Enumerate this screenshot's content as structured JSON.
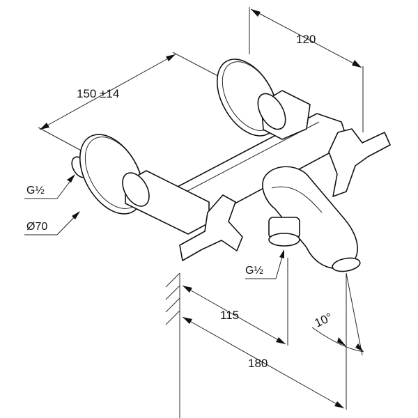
{
  "dimensions": {
    "width_120": "120",
    "centers_150": "150 ±14",
    "spout_115": "115",
    "spout_180": "180",
    "angle_10": "10°"
  },
  "callouts": {
    "thread_left": "G½",
    "diameter": "Ø70",
    "thread_outlet": "G½"
  },
  "colors": {
    "line": "#111111",
    "background": "#ffffff"
  }
}
